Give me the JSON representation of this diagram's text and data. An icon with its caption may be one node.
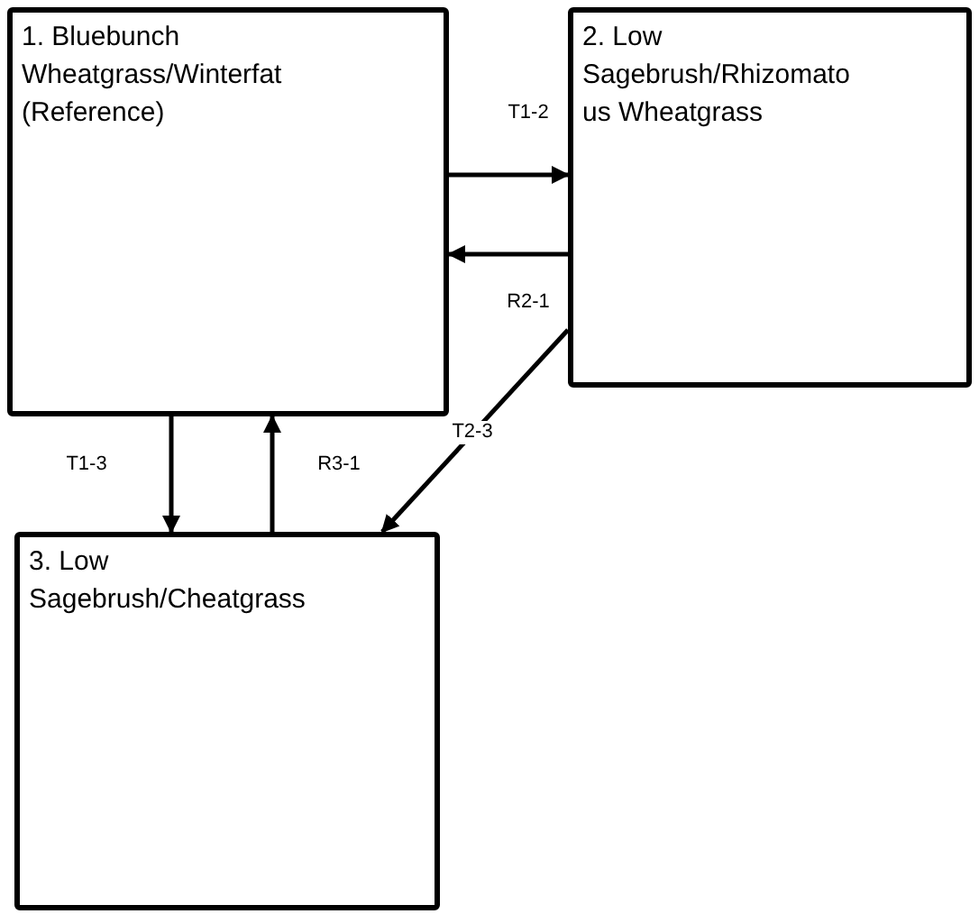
{
  "diagram": {
    "nodes": [
      {
        "text": [
          "1. Bluebunch Wheatgrass/Winterfat (Reference)"
        ]
      },
      {
        "text": [
          "2. Low Sagebrush/Rhizomatous Wheatgrass"
        ]
      },
      {
        "text": [
          "3. Low Sagebrush/Cheatgrass"
        ]
      }
    ],
    "edges": [
      {
        "from": 0,
        "to": 1,
        "arrow": "to",
        "label": "T1-2"
      },
      {
        "from": 1,
        "to": 0,
        "arrow": "to",
        "label": "R2-1"
      },
      {
        "from": 1,
        "to": 2,
        "arrow": "to",
        "label": "T2-3"
      },
      {
        "from": 0,
        "to": 2,
        "arrow": "to",
        "label": "T1-3"
      },
      {
        "from": 2,
        "to": 0,
        "arrow": "to",
        "label": "R3-1"
      }
    ]
  }
}
